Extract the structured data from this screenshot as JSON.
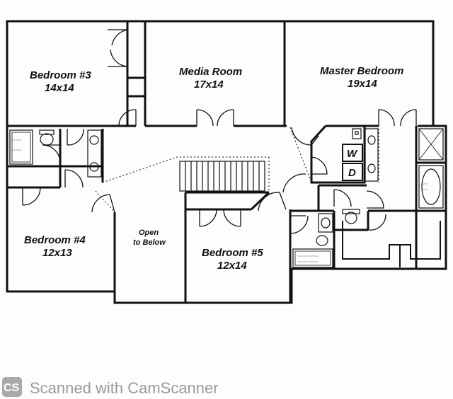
{
  "rooms": {
    "bedroom3": {
      "name": "Bedroom #3",
      "size": "14x14"
    },
    "media": {
      "name": "Media Room",
      "size": "17x14"
    },
    "master": {
      "name": "Master Bedroom",
      "size": "19x14"
    },
    "bedroom4": {
      "name": "Bedroom #4",
      "size": "12x13"
    },
    "open": {
      "line1": "Open",
      "line2": "to Below"
    },
    "bedroom5": {
      "name": "Bedroom #5",
      "size": "12x14"
    }
  },
  "laundry": {
    "washer": "W",
    "dryer": "D"
  },
  "watermark": {
    "logo": "CS",
    "text": "Scanned with CamScanner"
  }
}
